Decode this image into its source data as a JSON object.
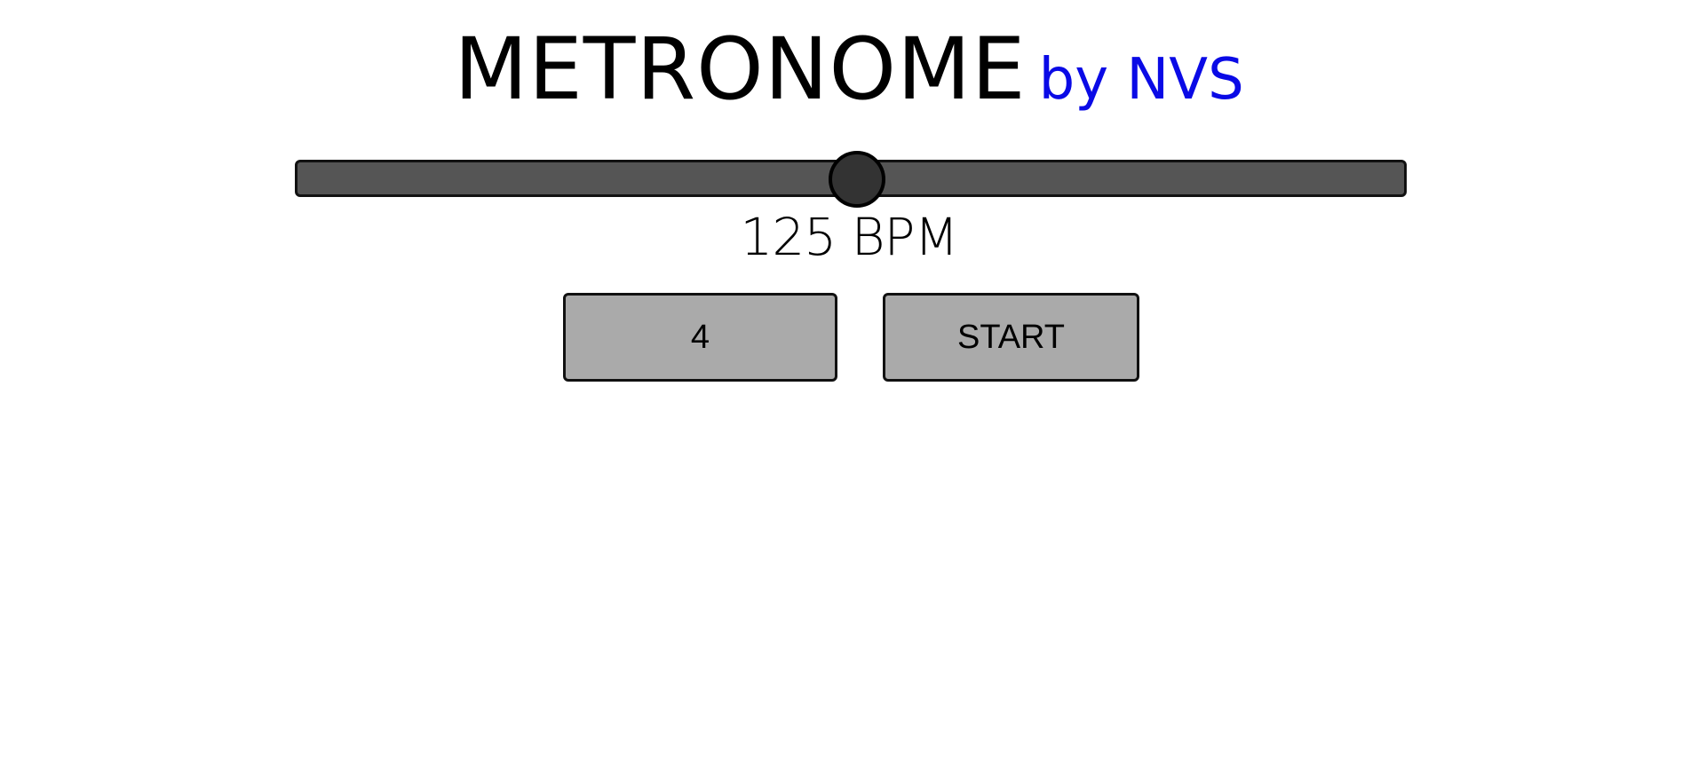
{
  "header": {
    "title": "METRONOME",
    "byline": "by NVS"
  },
  "tempo": {
    "value": "125",
    "unit": "BPM",
    "min": 40,
    "max": 208
  },
  "controls": {
    "beats_label": "4",
    "start_label": "START"
  },
  "colors": {
    "byline": "#0a0ae6",
    "slider_track": "#555555",
    "slider_thumb": "#333333",
    "button_bg": "#aaaaaa"
  }
}
